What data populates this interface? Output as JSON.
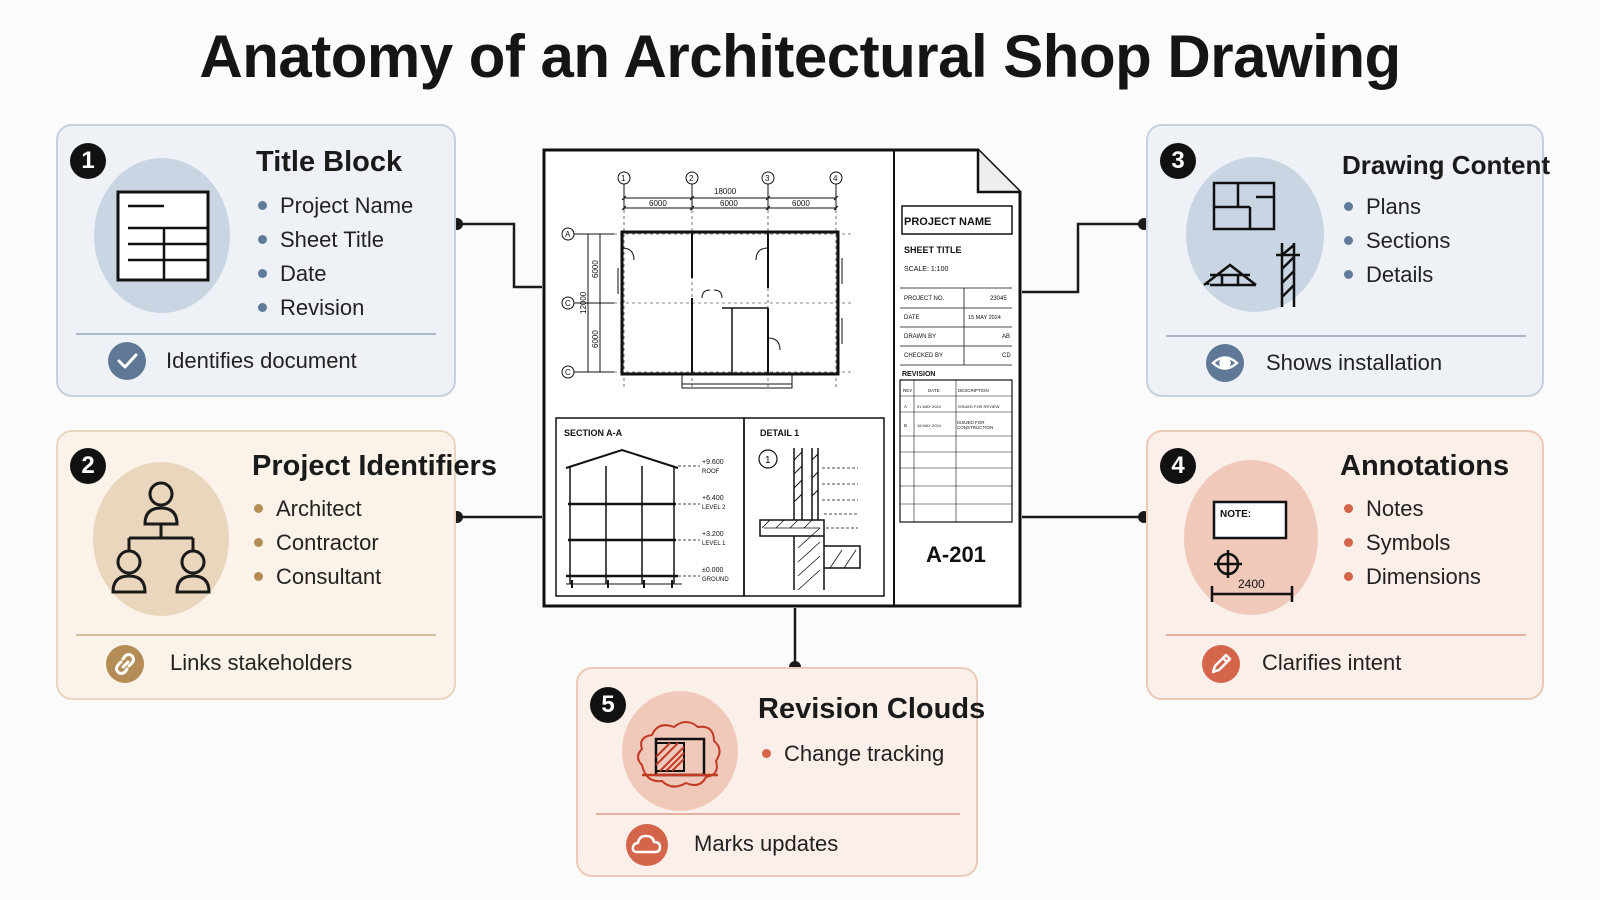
{
  "title": "Anatomy of an Architectural Shop Drawing",
  "cards": {
    "title_block": {
      "number": "1",
      "title": "Title Block",
      "items": [
        "Project Name",
        "Sheet Title",
        "Date",
        "Revision"
      ],
      "footer": "Identifies document",
      "icon": "table-icon",
      "footer_icon": "checkmark-icon"
    },
    "project_identifiers": {
      "number": "2",
      "title": "Project Identifiers",
      "items": [
        "Architect",
        "Contractor",
        "Consultant"
      ],
      "footer": "Links stakeholders",
      "icon": "org-chart-icon",
      "footer_icon": "link-icon"
    },
    "drawing_content": {
      "number": "3",
      "title": "Drawing Content",
      "items": [
        "Plans",
        "Sections",
        "Details"
      ],
      "footer": "Shows installation",
      "icon": "floor-plan-icon",
      "footer_icon": "eye-icon"
    },
    "annotations": {
      "number": "4",
      "title": "Annotations",
      "items": [
        "Notes",
        "Symbols",
        "Dimensions"
      ],
      "footer": "Clarifies intent",
      "icon": "annotation-icon",
      "footer_icon": "pencil-icon",
      "icon_note": "NOTE:",
      "icon_dim": "2400"
    },
    "revision_clouds": {
      "number": "5",
      "title": "Revision Clouds",
      "items": [
        "Change tracking"
      ],
      "footer": "Marks updates",
      "icon": "revision-cloud-icon",
      "footer_icon": "cloud-icon"
    }
  },
  "sheet": {
    "grid_numbers": [
      "1",
      "2",
      "3",
      "4"
    ],
    "grid_letters": [
      "A",
      "C",
      "C"
    ],
    "dim_total": "18000",
    "dim_bays": [
      "6000",
      "6000",
      "6000"
    ],
    "dim_vert_total": "12000",
    "dim_vert_bays": [
      "6000",
      "6000"
    ],
    "project_name": "PROJECT NAME",
    "sheet_title": "SHEET TITLE",
    "scale": "SCALE: 1:100",
    "info_rows": [
      {
        "label": "PROJECT NO.",
        "value": "23045"
      },
      {
        "label": "DATE",
        "value": "15 MAY 2024"
      },
      {
        "label": "DRAWN BY",
        "value": "AB"
      },
      {
        "label": "CHECKED BY",
        "value": "CD"
      }
    ],
    "revision_label": "REVISION",
    "rev_headers": [
      "REV",
      "DATE",
      "DESCRIPTION"
    ],
    "rev_rows": [
      {
        "rev": "A",
        "date": "01 MAY 2024",
        "desc": "ISSUED FOR REVIEW"
      },
      {
        "rev": "B",
        "date": "15 MAY 2024",
        "desc": "ISSUED FOR CONSTRUCTION"
      }
    ],
    "sheet_number": "A-201",
    "section_title": "SECTION A-A",
    "levels": [
      {
        "elev": "+9.600",
        "name": "ROOF"
      },
      {
        "elev": "+6.400",
        "name": "LEVEL 2"
      },
      {
        "elev": "+3.200",
        "name": "LEVEL 1"
      },
      {
        "elev": "±0.000",
        "name": "GROUND"
      }
    ],
    "detail_title": "DETAIL 1",
    "detail_marker": "1"
  },
  "colors": {
    "blue_card": "#eef2f7",
    "tan_card": "#fbf3e9",
    "rose_card": "#fbefe9",
    "blue_accent": "#5f7896",
    "tan_accent": "#b38d55",
    "rose_accent": "#d4644a"
  }
}
